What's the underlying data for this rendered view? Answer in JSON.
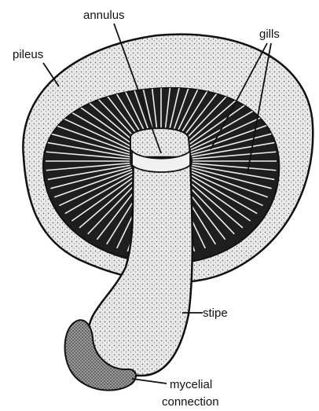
{
  "labels": {
    "annulus": "annulus",
    "gills": "gills",
    "pileus": "pileus",
    "stipe": "stipe",
    "mycelial_line1": "mycelial",
    "mycelial_line2": "connection"
  },
  "colors": {
    "ink": "#111111",
    "cap_fill": "#d9d9d9",
    "underside_fill": "#2a2a2a",
    "stipe_fill": "#e4e4e4",
    "background": "#ffffff"
  }
}
